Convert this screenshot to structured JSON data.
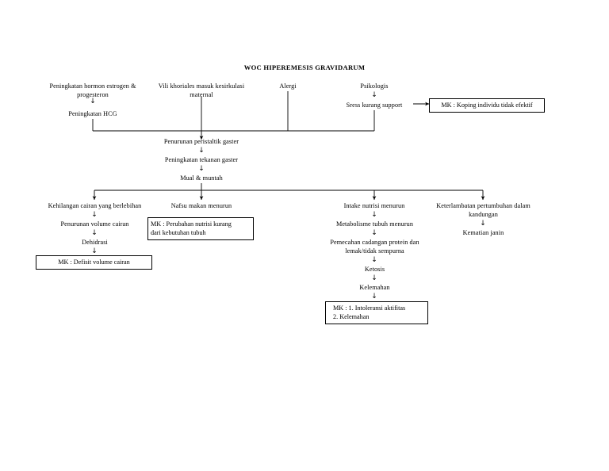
{
  "document": {
    "title": "WOC HIPEREMESIS GRAVIDARUM"
  },
  "colors": {
    "line": "#000000",
    "text": "#000000",
    "background": "#ffffff",
    "box_border": "#000000"
  },
  "nodes": {
    "n1_estrogen": "Peningkatan hormon estrogen &\nprogesteron",
    "n2_hcg": "Peningkatan HCG",
    "n3_vili": "Vili khoriales masuk kesirkulasi\nmaternal",
    "n4_alergi": "Alergi",
    "n5_psikologis": "Psikologis",
    "n6_stress": "Sress kurang support",
    "n7_peristaltik": "Penurunan peristaltik gaster",
    "n8_tekanan": "Peningkatan tekanan gaster",
    "n9_mual": "Mual & muntah",
    "n10_kehilangan_cairan": "Kehilangan cairan yang berlebihan",
    "n11_penurunan_volume": "Penurunan volume cairan",
    "n12_dehidrasi": "Dehidrasi",
    "n13_nafsu_makan": "Nafsu makan menurun",
    "n14_intake_nutrisi": "Intake nutrisi menurun",
    "n15_metabolisme": "Metabolisme tubuh menurun",
    "n16_pemecahan": "Pemecahan cadangan protein dan\nlemak/tidak sempurna",
    "n17_ketosis": "Ketosis",
    "n18_kelemahan": "Kelemahan",
    "n19_keterlambatan": "Keterlambatan pertumbuhan dalam\nkandungan",
    "n20_kematian_janin": "Kematian janin"
  },
  "problem_boxes": {
    "mk_koping": "MK : Koping individu tidak efektif",
    "mk_nutrisi": "MK : Perubahan nutrisi kurang\n        dari kebutuhan tubuh",
    "mk_defisit_cairan": "MK : Defisit volume cairan",
    "mk_intoleransi": "MK : 1. Intoleransi aktifitas\n        2. Kelemahan"
  },
  "glyphs": {
    "down_arrow": "↓"
  }
}
